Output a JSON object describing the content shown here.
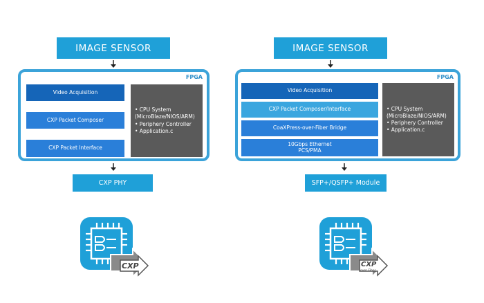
{
  "left": {
    "sensor_label": "IMAGE SENSOR",
    "fpga_label": "FPGA",
    "blocks": [
      "Video Acquisition",
      "CXP Packet Composer",
      "CXP Packet Interface"
    ],
    "cpu_lines": [
      "• CPU System",
      "(MicroBlaze/NIOS/ARM)",
      "• Periphery Controller",
      "• Application.c"
    ],
    "phy_label": "CXP PHY",
    "logo_text": "CXP"
  },
  "right": {
    "sensor_label": "IMAGE SENSOR",
    "fpga_label": "FPGA",
    "blocks": [
      "Video Acquisition",
      "CXP Packet Composer/Interface",
      "CoaXPress-over-Fiber Bridge",
      "10Gbps Ethernet\nPCS/PMA"
    ],
    "cpu_lines": [
      "• CPU System",
      "(MicroBlaze/NIOS/ARM)",
      "• Periphery Controller",
      "• Application.c"
    ],
    "phy_label": "SFP+/QSFP+ Module",
    "logo_text": "CXP",
    "logo_subtext": "over Fiber"
  },
  "colors": {
    "accent": "#1fa0d8",
    "fpga_border": "#3ba3d9",
    "dark_block": "#1565b8",
    "mid_block": "#2a7fd9",
    "light_block": "#3aa6df",
    "cpu_block": "#5a5a5a"
  },
  "icons": [
    "arrow-down-icon",
    "chip-logo-icon"
  ]
}
